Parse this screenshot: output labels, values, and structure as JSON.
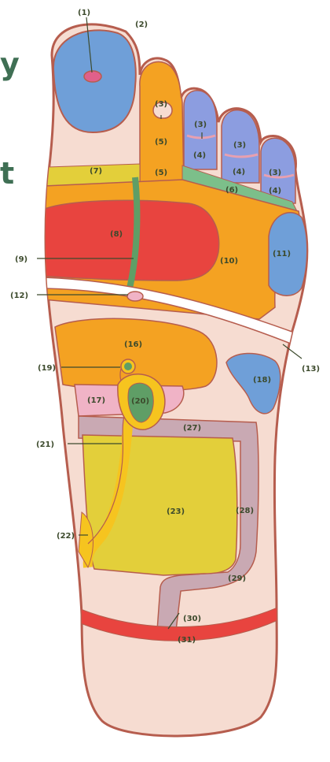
{
  "edge_fragments": {
    "upper": "y",
    "lower": "t"
  },
  "zone_labels": {
    "z1": "(1)",
    "z2": "(2)",
    "z3": "(3)",
    "z4": "(4)",
    "z5": "(5)",
    "z6": "(6)",
    "z7": "(7)",
    "z8": "(8)",
    "z9": "(9)",
    "z10": "(10)",
    "z11": "(11)",
    "z12": "(12)",
    "z13": "(13)",
    "z16": "(16)",
    "z17": "(17)",
    "z18": "(18)",
    "z19": "(19)",
    "z20": "(20)",
    "z21": "(21)",
    "z22": "(22)",
    "z23": "(23)",
    "z27": "(27)",
    "z28": "(28)",
    "z29": "(29)",
    "z30": "(30)",
    "z31": "(31)"
  },
  "colors": {
    "skin": "#f6dcd1",
    "outline": "#b65d4e",
    "blue": "#6f9fd8",
    "orange": "#f4a222",
    "red": "#e8443f",
    "yellow": "#e3cf3a",
    "green": "#5f9e66",
    "light_green": "#7cbf8a",
    "pink": "#f0b3c6",
    "mauve": "#c9a9b3",
    "yellow_duct": "#f6c41f",
    "periwinkle": "#8c9de0"
  }
}
